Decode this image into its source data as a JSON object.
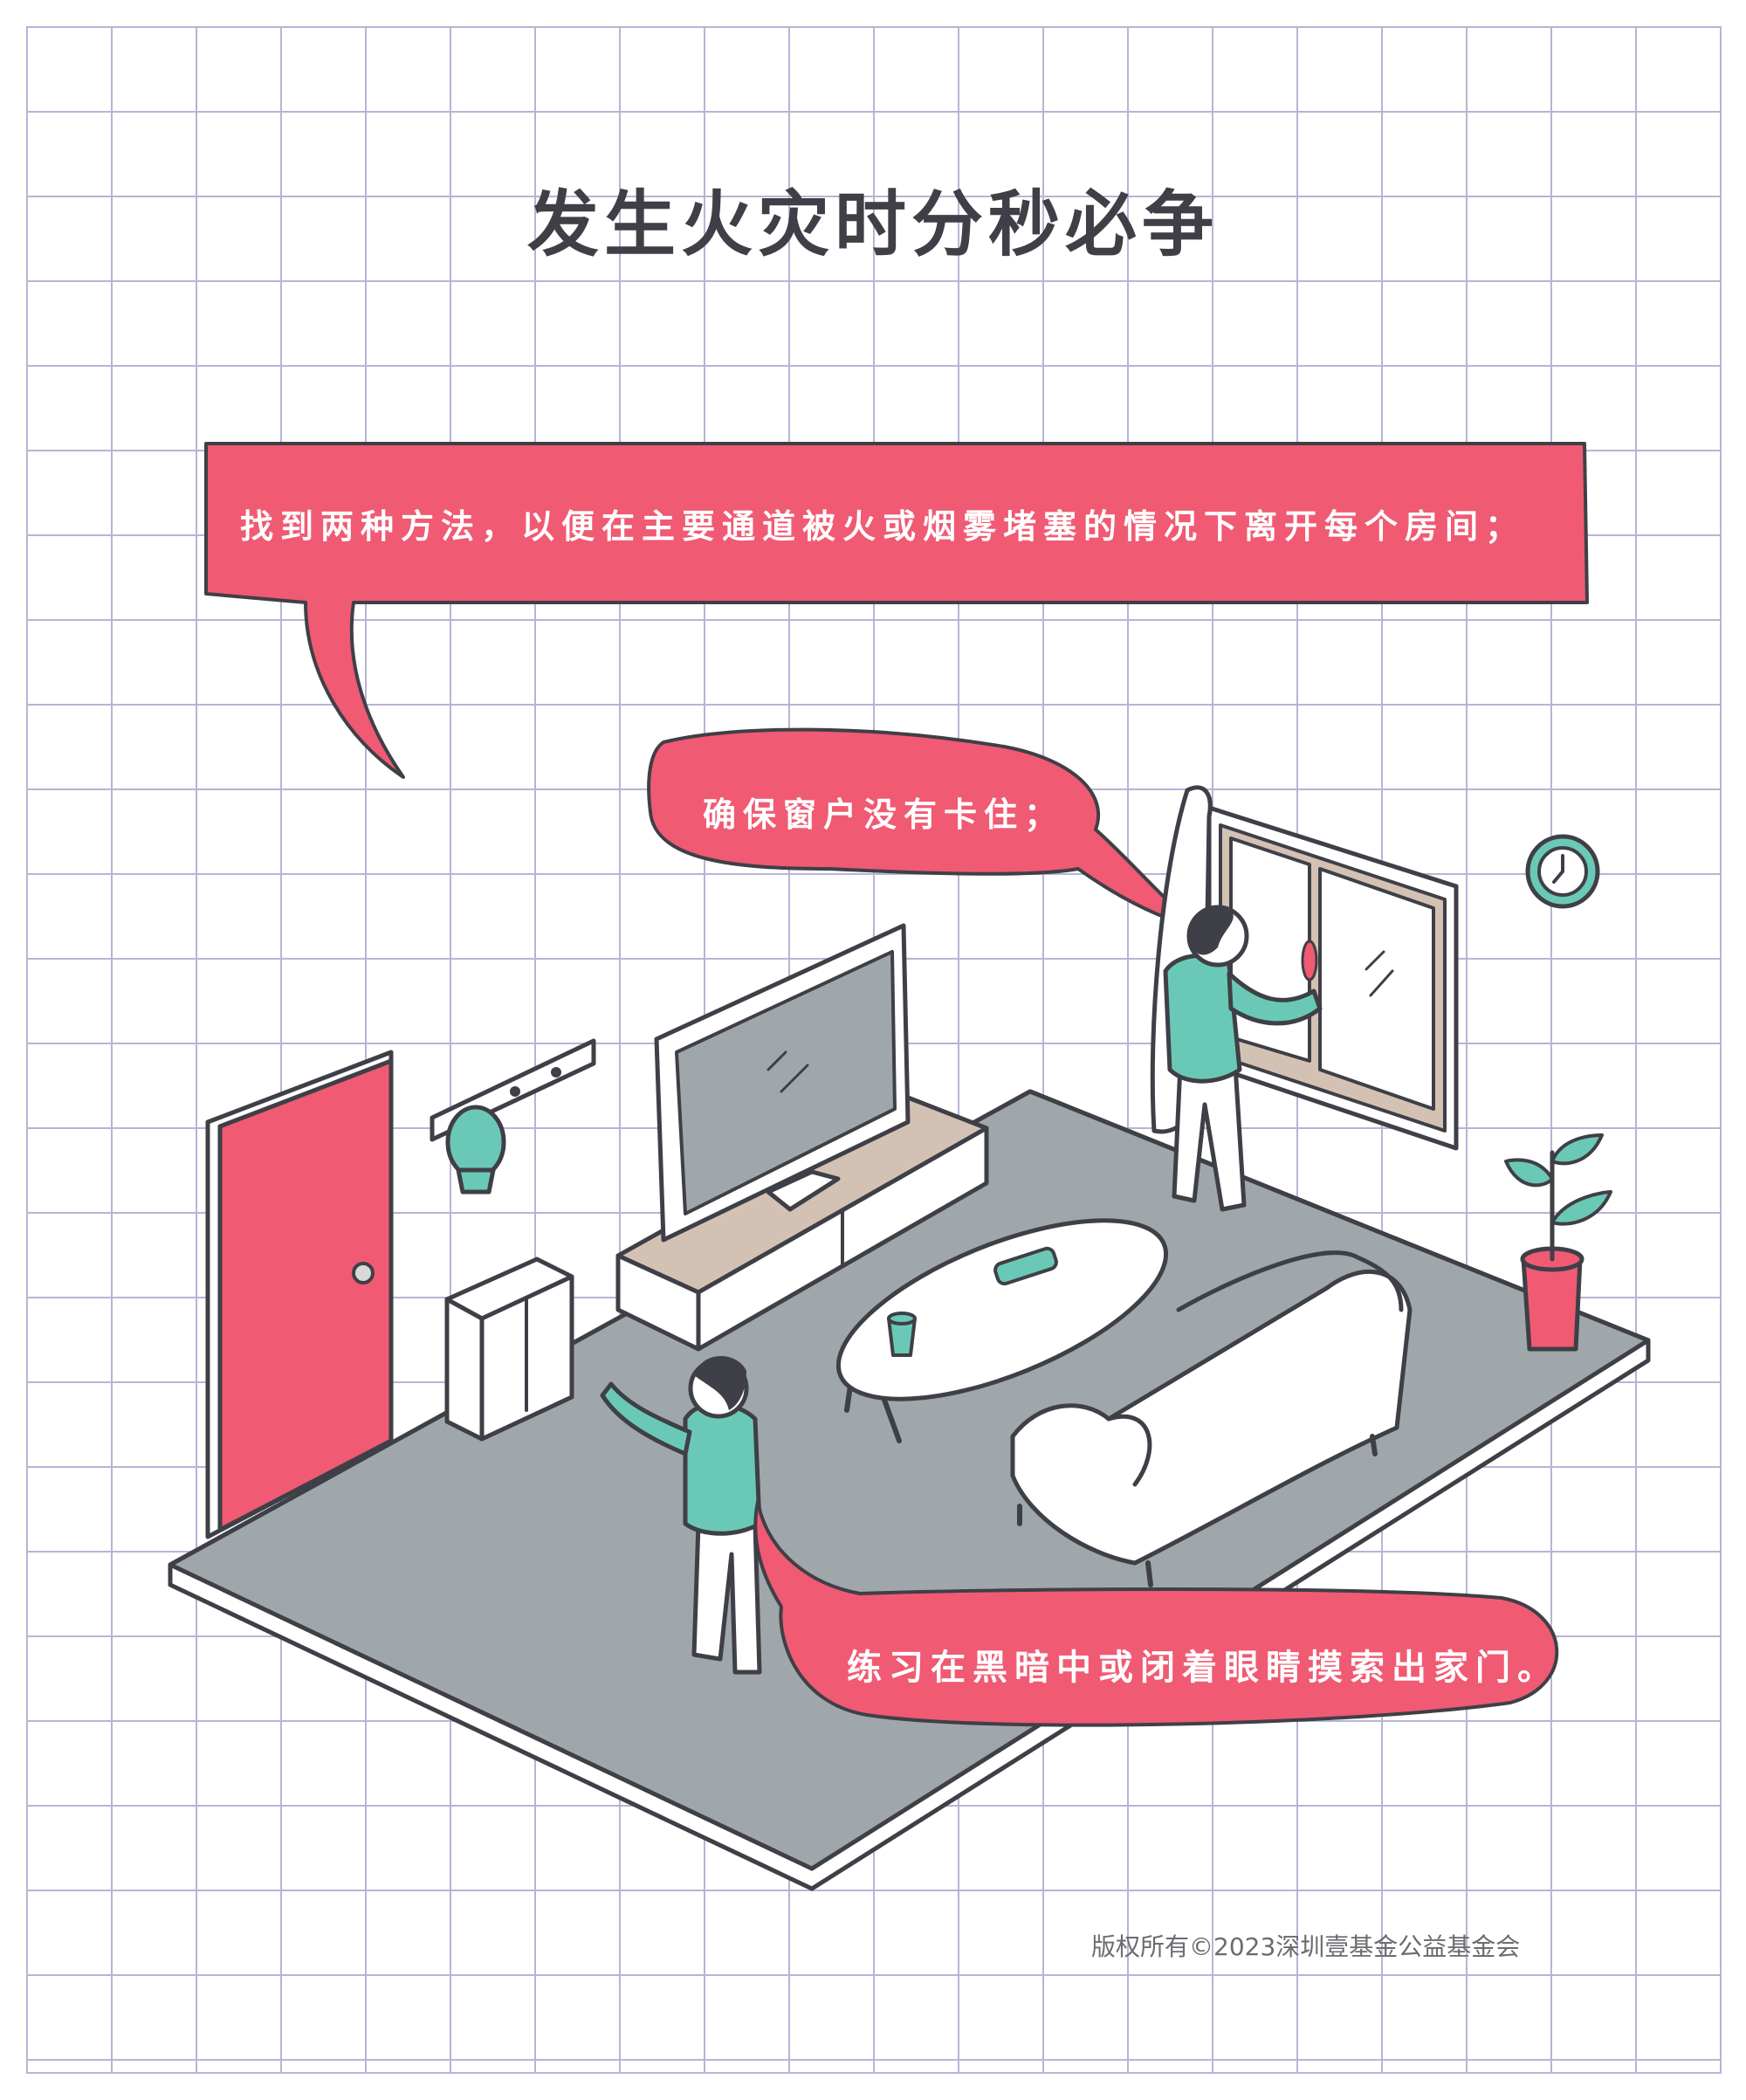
{
  "title": "发生火灾时分秒必争",
  "bubbles": {
    "top": "找到两种方法，以便在主要通道被火或烟雾堵塞的情况下离开每个房间；",
    "window": "确保窗户没有卡住；",
    "bottom": "练习在黑暗中或闭着眼睛摸索出家门。"
  },
  "copyright": "版权所有©2023深圳壹基金公益基金会",
  "colors": {
    "bubble": "#f05a73",
    "floor": "#9fa7ab",
    "shirt": "#6ac9b6",
    "outline": "#3f3f47",
    "tv_stand": "#d3c2b4",
    "door": "#f05a73"
  },
  "icons": [
    "clock-icon",
    "plant-icon",
    "remote-icon",
    "cup-icon"
  ]
}
